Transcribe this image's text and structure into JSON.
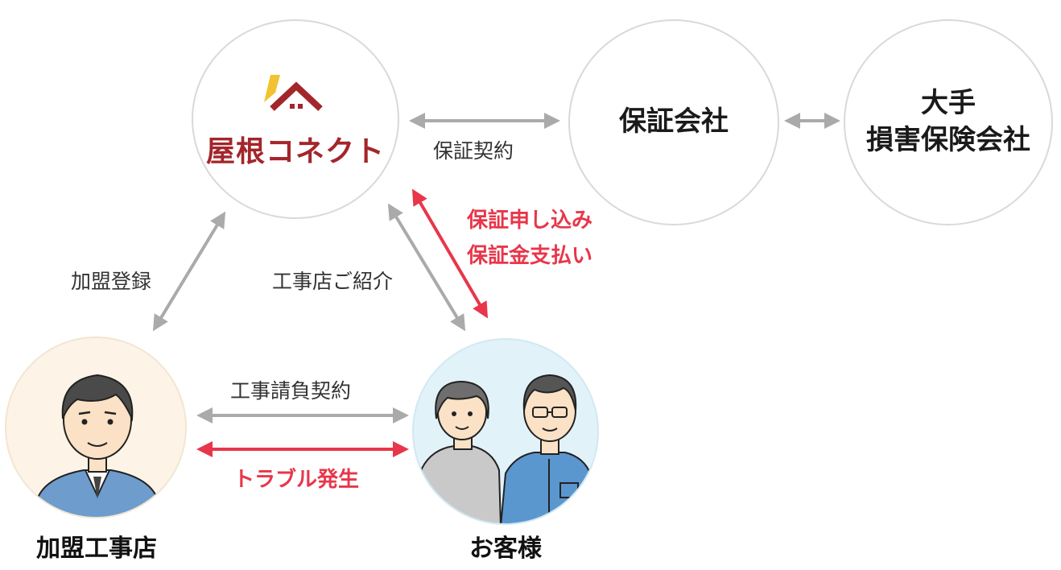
{
  "nodes": {
    "brand": {
      "logo_text": "屋根コネクト"
    },
    "warranty_company": {
      "title": "保証会社"
    },
    "insurer": {
      "title_line1": "大手",
      "title_line2": "損害保険会社"
    },
    "contractor": {
      "caption": "加盟工事店"
    },
    "customer": {
      "caption": "お客様"
    }
  },
  "edges": {
    "warranty_contract": "保証契約",
    "member_registration": "加盟登録",
    "contractor_referral": "工事店ご紹介",
    "warranty_application": "保証申し込み",
    "warranty_payment": "保証金支払い",
    "construction_contract": "工事請負契約",
    "trouble": "トラブル発生"
  },
  "colors": {
    "gray_arrow": "#aaaaaa",
    "red_arrow": "#e8364a",
    "logo_red": "#a3262b",
    "logo_yellow": "#f2c230",
    "contractor_bg": "#fdf4e7",
    "customer_bg": "#e2f2f9"
  }
}
